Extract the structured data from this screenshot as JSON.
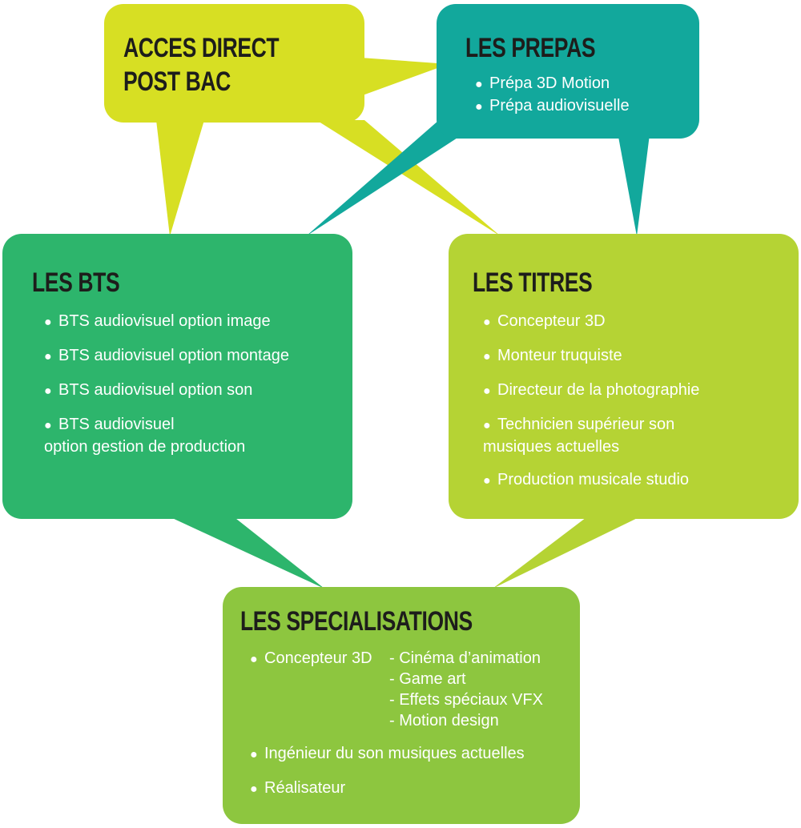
{
  "colors": {
    "acces": "#d7df23",
    "prepas": "#12a89c",
    "bts": "#2db56c",
    "titres": "#b5d334",
    "specialisations": "#8dc63f",
    "title_text": "#1d1d1b",
    "item_text": "#ffffff"
  },
  "acces": {
    "title_line1": "ACCES DIRECT",
    "title_line2": "POST BAC"
  },
  "prepas": {
    "title": "LES PREPAS",
    "items": [
      "Prépa 3D Motion",
      "Prépa audiovisuelle"
    ]
  },
  "bts": {
    "title": "LES BTS",
    "items": [
      "BTS audiovisuel option image",
      "BTS audiovisuel option montage",
      "BTS audiovisuel option son"
    ],
    "item4_line1": "BTS audiovisuel",
    "item4_line2": "option gestion de production"
  },
  "titres": {
    "title": "LES TITRES",
    "items": [
      "Concepteur 3D",
      "Monteur truquiste",
      "Directeur de la photographie"
    ],
    "item4_line1": "Technicien supérieur son",
    "item4_line2": "musiques actuelles",
    "item5": "Production musicale studio"
  },
  "specialisations": {
    "title": "LES SPECIALISATIONS",
    "concepteur_label": "Concepteur 3D",
    "concepteur_options": [
      "- Cinéma d’animation",
      "- Game art",
      "- Effets spéciaux VFX",
      "- Motion design"
    ],
    "item2": "Ingénieur du son musiques actuelles",
    "item3": "Réalisateur"
  },
  "bullet": "●"
}
